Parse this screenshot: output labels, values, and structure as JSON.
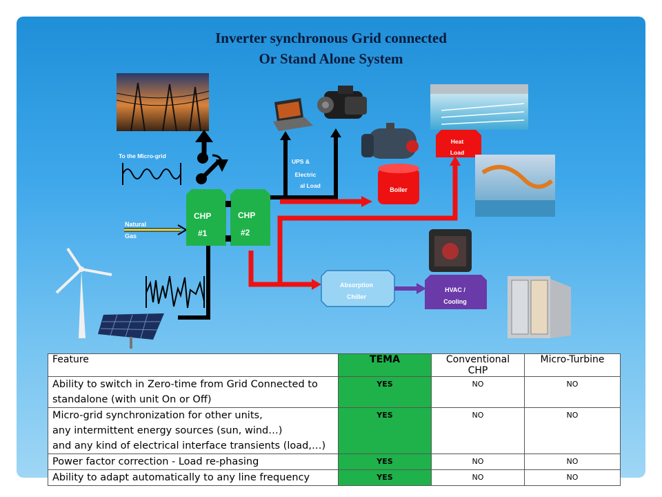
{
  "title": {
    "line1": "Inverter synchronous Grid connected",
    "line2": "Or Stand Alone System"
  },
  "diagram": {
    "micro_grid_label": "To the Micro-grid",
    "natural_gas_label_1": "Natural",
    "natural_gas_label_2": "Gas",
    "chp1_label_1": "CHP",
    "chp1_label_2": "#1",
    "chp2_label_1": "CHP",
    "chp2_label_2": "#2",
    "ups_label_1": "UPS &",
    "ups_label_2": "Electric",
    "ups_label_3": "al Load",
    "boiler_label": "Boiler",
    "heat_load_label_1": "Heat",
    "heat_load_label_2": "Load",
    "absorption_label_1": "Absorption",
    "absorption_label_2": "Chiller",
    "hvac_label_1": "HVAC /",
    "hvac_label_2": "Cooling",
    "colors": {
      "power_line": "#000000",
      "heat_line": "#ee1111",
      "chp": "#1fb24a",
      "boiler": "#ee1111",
      "absorption": "#9ad4f5",
      "hvac": "#6a3aa8"
    }
  },
  "table": {
    "headers": [
      "Feature",
      "TEMA",
      "Conventional CHP",
      "Micro-Turbine"
    ],
    "rows": [
      {
        "feature_lines": [
          "Ability to switch in Zero-time from Grid Connected to",
          "standalone (with unit On or Off)"
        ],
        "tema": "YES",
        "chp": "NO",
        "turbine": "NO"
      },
      {
        "feature_lines": [
          "Micro-grid synchronization for other units,",
          "any intermittent energy sources (sun, wind…)",
          "and any kind of electrical interface transients (load,…)"
        ],
        "tema": "YES",
        "chp": "NO",
        "turbine": "NO"
      },
      {
        "feature_lines": [
          "Power factor correction - Load re-phasing"
        ],
        "tema": "YES",
        "chp": "NO",
        "turbine": "NO"
      },
      {
        "feature_lines": [
          "Ability to adapt automatically to any line frequency"
        ],
        "tema": "YES",
        "chp": "NO",
        "turbine": "NO"
      }
    ]
  }
}
